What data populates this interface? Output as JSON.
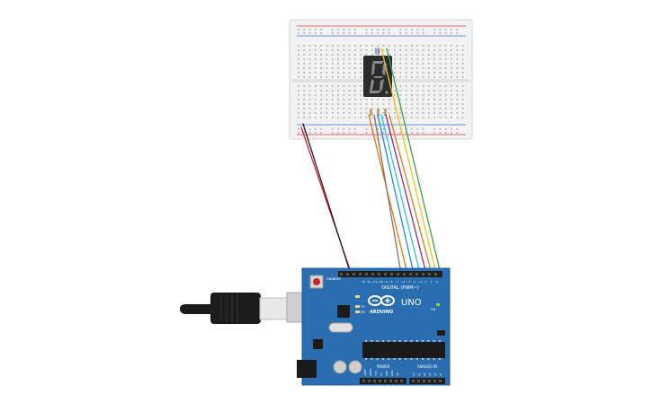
{
  "arduino": {
    "digital_label": "DIGITAL (PWM~)",
    "brand_label": "ARDUINO",
    "model_label": "UNO",
    "power_label": "POWER",
    "analog_label": "ANALOG IN",
    "aref_label": "AREF",
    "gnd_label": "GND",
    "tx_label": "TX",
    "rx_label": "RX",
    "on_label": "ON",
    "pin_numbers": [
      "13",
      "12",
      "~11",
      "~10",
      "~9",
      "8",
      "7",
      "~6",
      "~5",
      "4",
      "~3",
      "2",
      "1",
      "0"
    ],
    "power_pins": [
      "IOREF",
      "RESET",
      "3.3V",
      "5V",
      "GND",
      "GND",
      "Vin"
    ],
    "analog_pins": [
      "A0",
      "A1",
      "A2",
      "A3",
      "A4",
      "A5"
    ]
  },
  "display": {
    "digit": "8"
  },
  "colors": {
    "board": "#2a6db0",
    "board_edge": "#1f5a94",
    "breadboard": "#f2f2f2",
    "rail_red": "#d33b3b",
    "rail_blue": "#3b6fd3",
    "display_body": "#2b2b2b",
    "segment_on": "#8a8a8a",
    "wire_red": "#d41f2a",
    "wire_black": "#222222",
    "wire_orange": "#e07b12",
    "wire_blue": "#1e88e5",
    "wire_purple": "#8e24aa",
    "wire_green": "#43a047",
    "wire_yellow": "#f0c419",
    "wire_brown": "#8d6e63",
    "wire_cyan": "#26c6da"
  }
}
